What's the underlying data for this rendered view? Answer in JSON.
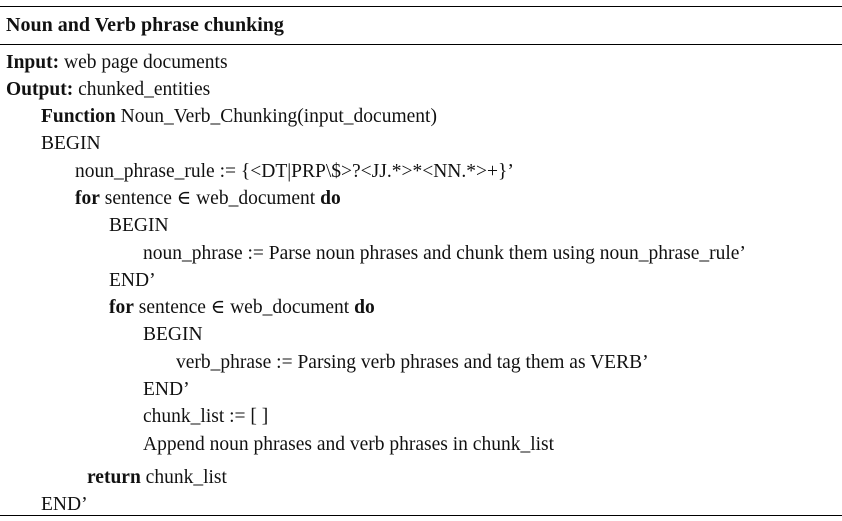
{
  "algorithm": {
    "title": "Noun and Verb phrase chunking",
    "input": {
      "label": "Input:",
      "value": "web page documents"
    },
    "output": {
      "label": "Output:",
      "value": "chunked_entities"
    },
    "function_line": {
      "keyword": "Function",
      "signature": "Noun_Verb_Chunking(input_document)"
    },
    "begin_outer": "BEGIN",
    "noun_phrase_rule": "noun_phrase_rule := {<DT|PRP\\$>?<JJ.*>*<NN.*>+}’",
    "loop1": {
      "for_kw": "for",
      "condition": "sentence ∈ web_document",
      "do_kw": "do"
    },
    "loop1_begin": "BEGIN",
    "noun_phrase_stmt": "noun_phrase := Parse noun phrases and chunk them using noun_phrase_rule’",
    "loop1_end": "END’",
    "loop2": {
      "for_kw": "for",
      "condition": "sentence ∈ web_document",
      "do_kw": "do"
    },
    "loop2_begin": "BEGIN",
    "verb_phrase_stmt": "verb_phrase := Parsing verb phrases and tag them as VERB’",
    "loop2_end": "END’",
    "chunk_list_init": "chunk_list := [ ]",
    "append_stmt": "Append noun phrases and verb phrases in chunk_list",
    "return_line": {
      "keyword": "return",
      "value": "chunk_list"
    },
    "end_outer": "END’"
  }
}
